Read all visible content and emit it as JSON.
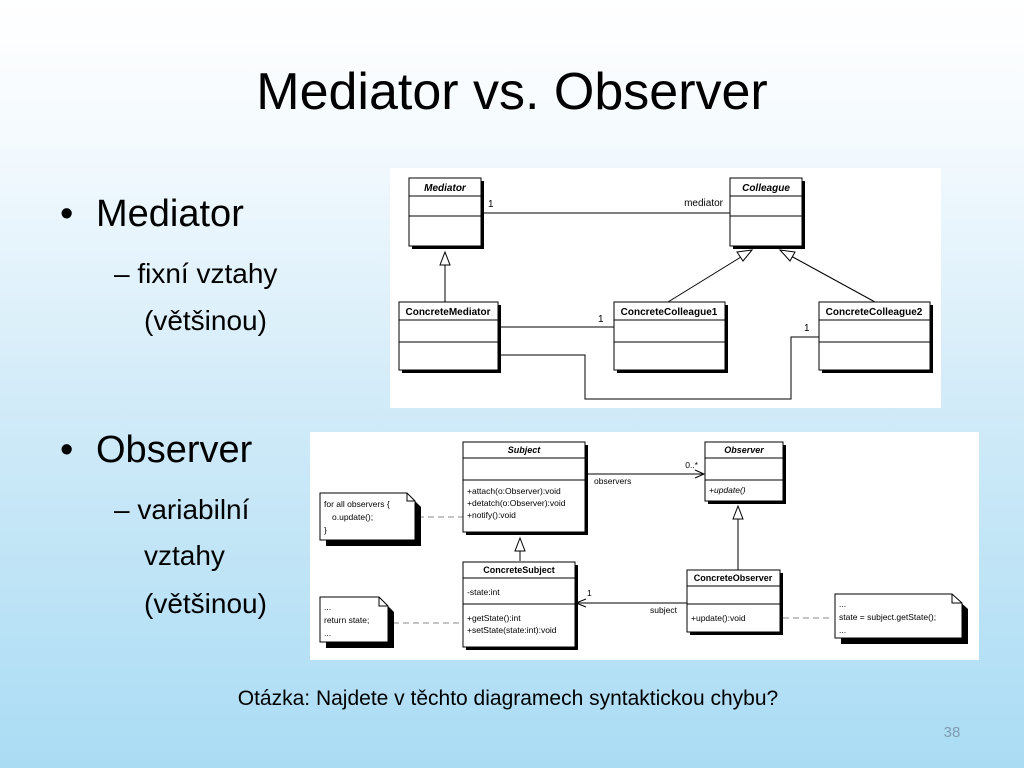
{
  "slide": {
    "title": "Mediator vs. Observer",
    "bullets": [
      {
        "label": "Mediator",
        "sub": [
          "– fixní vztahy",
          "(většinou)"
        ]
      },
      {
        "label": "Observer",
        "sub": [
          "– variabilní",
          "vztahy",
          "(většinou)"
        ]
      }
    ],
    "question": "Otázka: Najdete v těchto diagramech syntaktickou chybu?",
    "page_number": "38"
  },
  "mediator_diagram": {
    "classes": {
      "mediator": "Mediator",
      "colleague": "Colleague",
      "concrete_mediator": "ConcreteMediator",
      "concrete_colleague1": "ConcreteColleague1",
      "concrete_colleague2": "ConcreteColleague2"
    },
    "labels": {
      "mult_mediator": "1",
      "role_mediator": "mediator",
      "mult_colleague1": "1",
      "mult_colleague2": "1"
    }
  },
  "observer_diagram": {
    "classes": {
      "subject": "Subject",
      "observer": "Observer",
      "concrete_subject": "ConcreteSubject",
      "concrete_observer": "ConcreteObserver"
    },
    "subject_ops": [
      "+attach(o:Observer):void",
      "+detatch(o:Observer):void",
      "+notify():void"
    ],
    "observer_ops": [
      "+update()"
    ],
    "concrete_subject_attrs": [
      "-state:int"
    ],
    "concrete_subject_ops": [
      "+getState():int",
      "+setState(state:int):void"
    ],
    "concrete_observer_ops": [
      "+update():void"
    ],
    "labels": {
      "mult_observers": "0..*",
      "role_observers": "observers",
      "mult_subject": "1",
      "role_subject": "subject"
    },
    "notes": {
      "notify": [
        "for all observers {",
        "  o.update();",
        "}"
      ],
      "getstate": [
        "...",
        "return state;",
        "..."
      ],
      "update": [
        "...",
        "state = subject.getState();",
        "..."
      ]
    }
  }
}
